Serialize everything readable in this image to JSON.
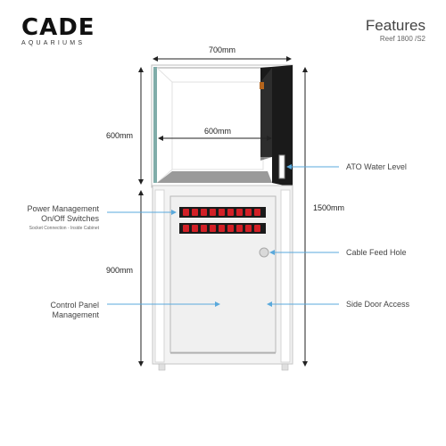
{
  "brand": {
    "name": "CADE",
    "tagline": "AQUARIUMS"
  },
  "header": {
    "title": "Features",
    "subtitle": "Reef 1800 /S2"
  },
  "dimensions": {
    "width_outer": "700mm",
    "width_inner": "600mm",
    "height_tank": "600mm",
    "height_cabinet": "900mm",
    "height_total": "1500mm"
  },
  "callouts": {
    "power_title_line1": "Power Management",
    "power_title_line2": "On/Off Switches",
    "power_note": "Socket Connection - Inside Cabinet",
    "control_line1": "Control Panel",
    "control_line2": "Management",
    "ato": "ATO Water Level",
    "cable": "Cable Feed Hole",
    "side_door": "Side Door Access"
  },
  "colors": {
    "callout_line": "#5aa9dc",
    "switch_red": "#d21f26",
    "panel_black": "#1a1a1a",
    "glass_edge": "#6a9d9a"
  }
}
